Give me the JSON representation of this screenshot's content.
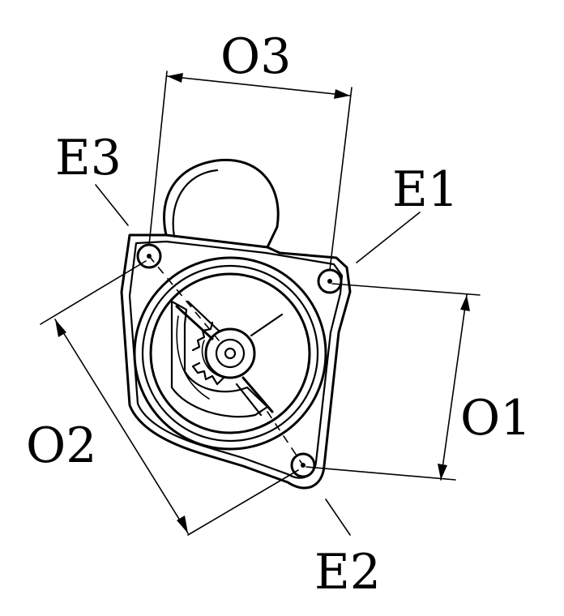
{
  "labels": {
    "o3": "O3",
    "o1": "O1",
    "o2": "O2",
    "e1": "E1",
    "e2": "E2",
    "e3": "E3"
  },
  "colors": {
    "ink": "#000000",
    "background": "#ffffff"
  }
}
